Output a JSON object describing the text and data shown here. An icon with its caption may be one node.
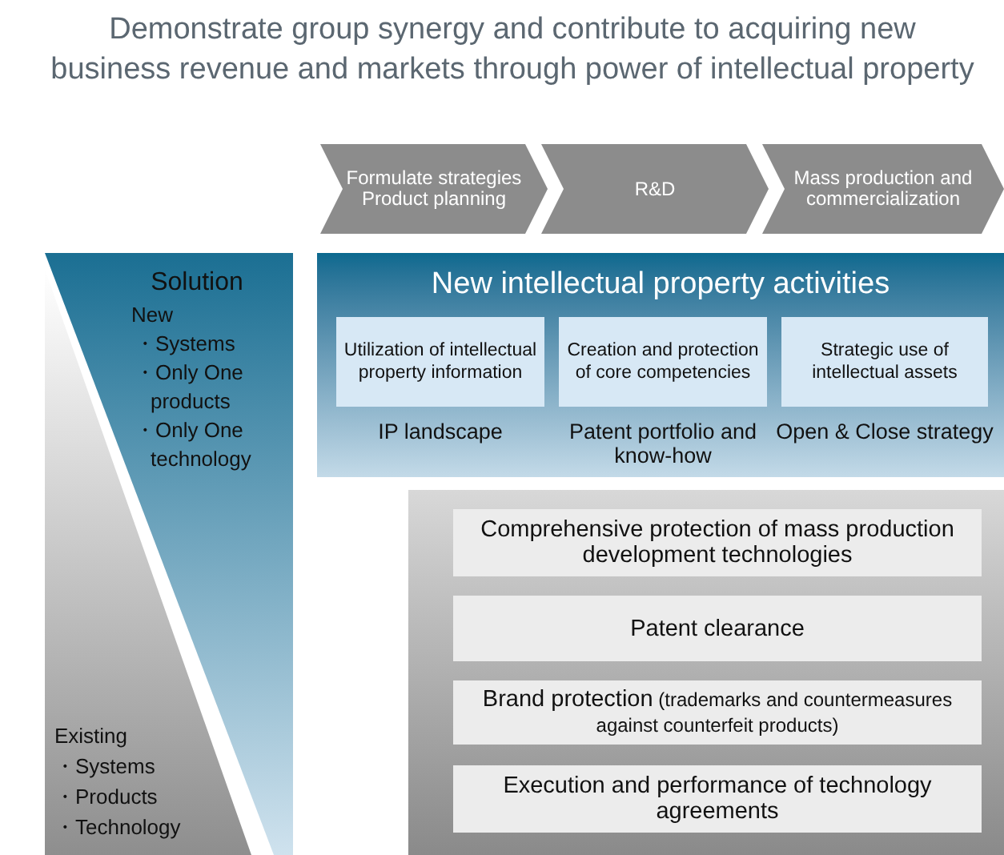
{
  "diagram": {
    "title": "Demonstrate group synergy and contribute to acquiring new business revenue and markets through power of intellectual property",
    "nodes": [
      {
        "text": [
          "Formulate strategies Product planning"
        ]
      },
      {
        "text": [
          "R&D"
        ]
      },
      {
        "text": [
          "Mass production and commercialization"
        ]
      },
      {
        "text": [
          "Solution",
          "New",
          "・Systems",
          "・Only One products",
          "・Only One technology"
        ]
      },
      {
        "text": [
          "Existing",
          "・Systems",
          "・Products",
          "・Technology"
        ]
      },
      {
        "text": [
          "New intellectual property activities"
        ]
      },
      {
        "text": [
          "Utilization of intellectual property information"
        ],
        "in": 5,
        "beside": [
          "IP landscape"
        ]
      },
      {
        "text": [
          "Creation and protection of core competencies"
        ],
        "in": 5,
        "beside": [
          "Patent portfolio and know-how"
        ]
      },
      {
        "text": [
          "Strategic use of intellectual assets"
        ],
        "in": 5,
        "beside": [
          "Open & Close strategy"
        ]
      },
      {
        "text": [],
        "shape": "box"
      },
      {
        "text": [
          "Comprehensive protection of mass production development technologies"
        ],
        "in": 9
      },
      {
        "text": [
          "Patent clearance"
        ],
        "in": 9
      },
      {
        "text": [
          "Brand protection",
          "(trademarks and countermeasures against counterfeit products)"
        ],
        "in": 9
      },
      {
        "text": [
          "Execution and performance of technology agreements"
        ],
        "in": 9
      }
    ],
    "edges": []
  }
}
